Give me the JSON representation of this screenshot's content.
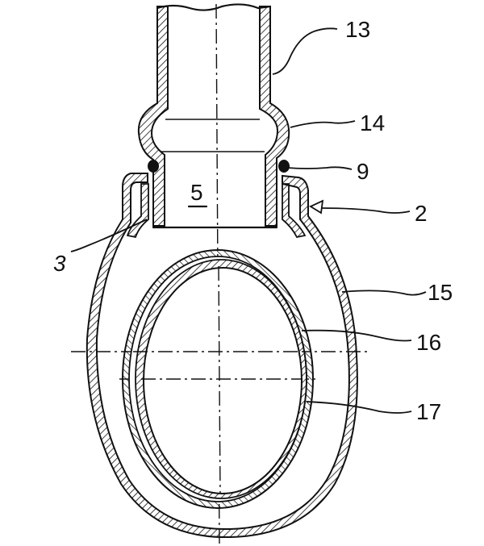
{
  "figure": {
    "labels": {
      "l13": "13",
      "l14": "14",
      "l9": "9",
      "l2": "2",
      "l3": "3",
      "l5": "5",
      "l15": "15",
      "l16": "16",
      "l17": "17"
    },
    "colors": {
      "ink": "#111111",
      "paper": "#ffffff"
    }
  }
}
